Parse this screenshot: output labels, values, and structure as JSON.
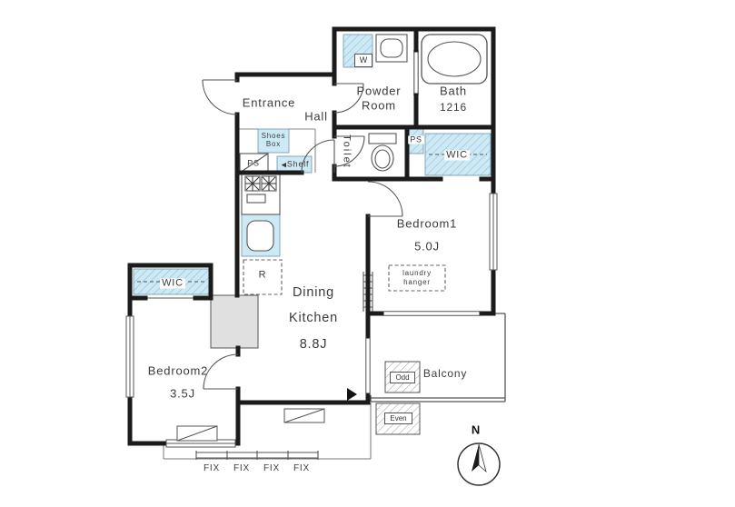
{
  "floor_plan": {
    "rooms": {
      "entrance": {
        "label": "Entrance"
      },
      "hall": {
        "label": "Hall"
      },
      "powder_room": {
        "line1": "Powder",
        "line2": "Room"
      },
      "bath": {
        "label": "Bath",
        "size": "1216"
      },
      "toilet": {
        "label": "Toilet"
      },
      "wic_right": {
        "label": "WIC"
      },
      "wic_left": {
        "label": "WIC"
      },
      "bedroom1": {
        "label": "Bedroom1",
        "size": "5.0J"
      },
      "bedroom2": {
        "label": "Bedroom2",
        "size": "3.5J"
      },
      "dining_kitchen": {
        "line1": "Dining",
        "line2": "Kitchen",
        "size": "8.8J"
      },
      "balcony": {
        "label": "Balcony"
      }
    },
    "fixtures": {
      "shoes_box": {
        "line1": "Shoes",
        "line2": "Box"
      },
      "ps_left": {
        "label": "PS"
      },
      "ps_right": {
        "label": "PS"
      },
      "shelf": {
        "label": "Shelf",
        "arrow": "◀"
      },
      "washer": {
        "label": "W"
      },
      "refrigerator": {
        "label": "R"
      },
      "laundry_hanger": {
        "line1": "laundry",
        "line2": "hanger"
      },
      "storage_odd": {
        "label": "Odd"
      },
      "storage_even": {
        "label": "Even"
      }
    },
    "windows": {
      "fix_labels": [
        "FIX",
        "FIX",
        "FIX",
        "FIX"
      ]
    },
    "compass": {
      "north_label": "N"
    },
    "colors": {
      "wall": "#1b1b1b",
      "wet_area_blue": "#cde9f5",
      "hatch_blue": "#93bdd1",
      "shaft_gray": "#e0e0e0",
      "background": "#ffffff"
    }
  }
}
